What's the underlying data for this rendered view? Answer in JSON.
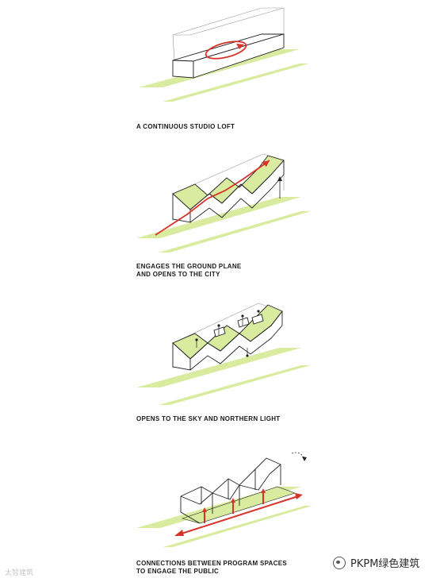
{
  "panels": [
    {
      "caption_line1": "A CONTINUOUS STUDIO LOFT",
      "caption_line2": ""
    },
    {
      "caption_line1": "ENGAGES THE GROUND PLANE",
      "caption_line2": "AND OPENS TO THE CITY"
    },
    {
      "caption_line1": "OPENS TO THE SKY AND NORTHERN LIGHT",
      "caption_line2": ""
    },
    {
      "caption_line1": "CONNECTIONS BETWEEN PROGRAM SPACES",
      "caption_line2": "TO ENGAGE THE PUBLIC"
    }
  ],
  "watermark_left": "太智建筑",
  "watermark_right": "PKPM绿色建筑",
  "colors": {
    "green": "#d9eb9f",
    "red": "#d7332a",
    "line": "#222222"
  }
}
